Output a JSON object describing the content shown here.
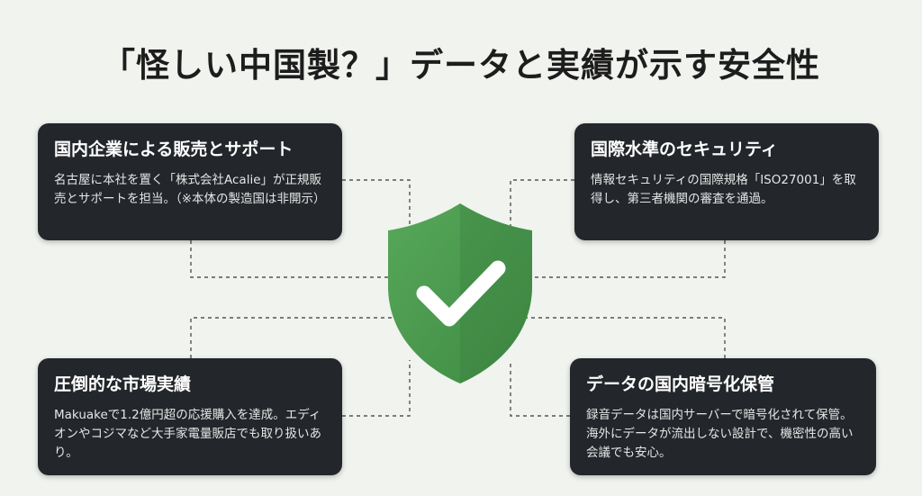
{
  "title": "「怪しい中国製？」データと実績が示す安全性",
  "cards": {
    "top_left": {
      "heading": "国内企業による販売とサポート",
      "body": "名古屋に本社を置く「株式会社Acalie」が正規販売とサポートを担当。（※本体の製造国は非開示）"
    },
    "top_right": {
      "heading": "国際水準のセキュリティ",
      "body": "情報セキュリティの国際規格「ISO27001」を取得し、第三者機関の審査を通過。"
    },
    "bottom_left": {
      "heading": "圧倒的な市場実績",
      "body": "Makuakeで1.2億円超の応援購入を達成。エディオンやコジマなど大手家電量販店でも取り扱いあり。"
    },
    "bottom_right": {
      "heading": "データの国内暗号化保管",
      "body": "録音データは国内サーバーで暗号化されて保管。海外にデータが流出しない設計で、機密性の高い会議でも安心。"
    }
  },
  "colors": {
    "card_bg": "#23262b",
    "shield_green": "#4a9a4e",
    "background": "#f0f3ee"
  },
  "icons": {
    "center": "shield-check-icon"
  }
}
